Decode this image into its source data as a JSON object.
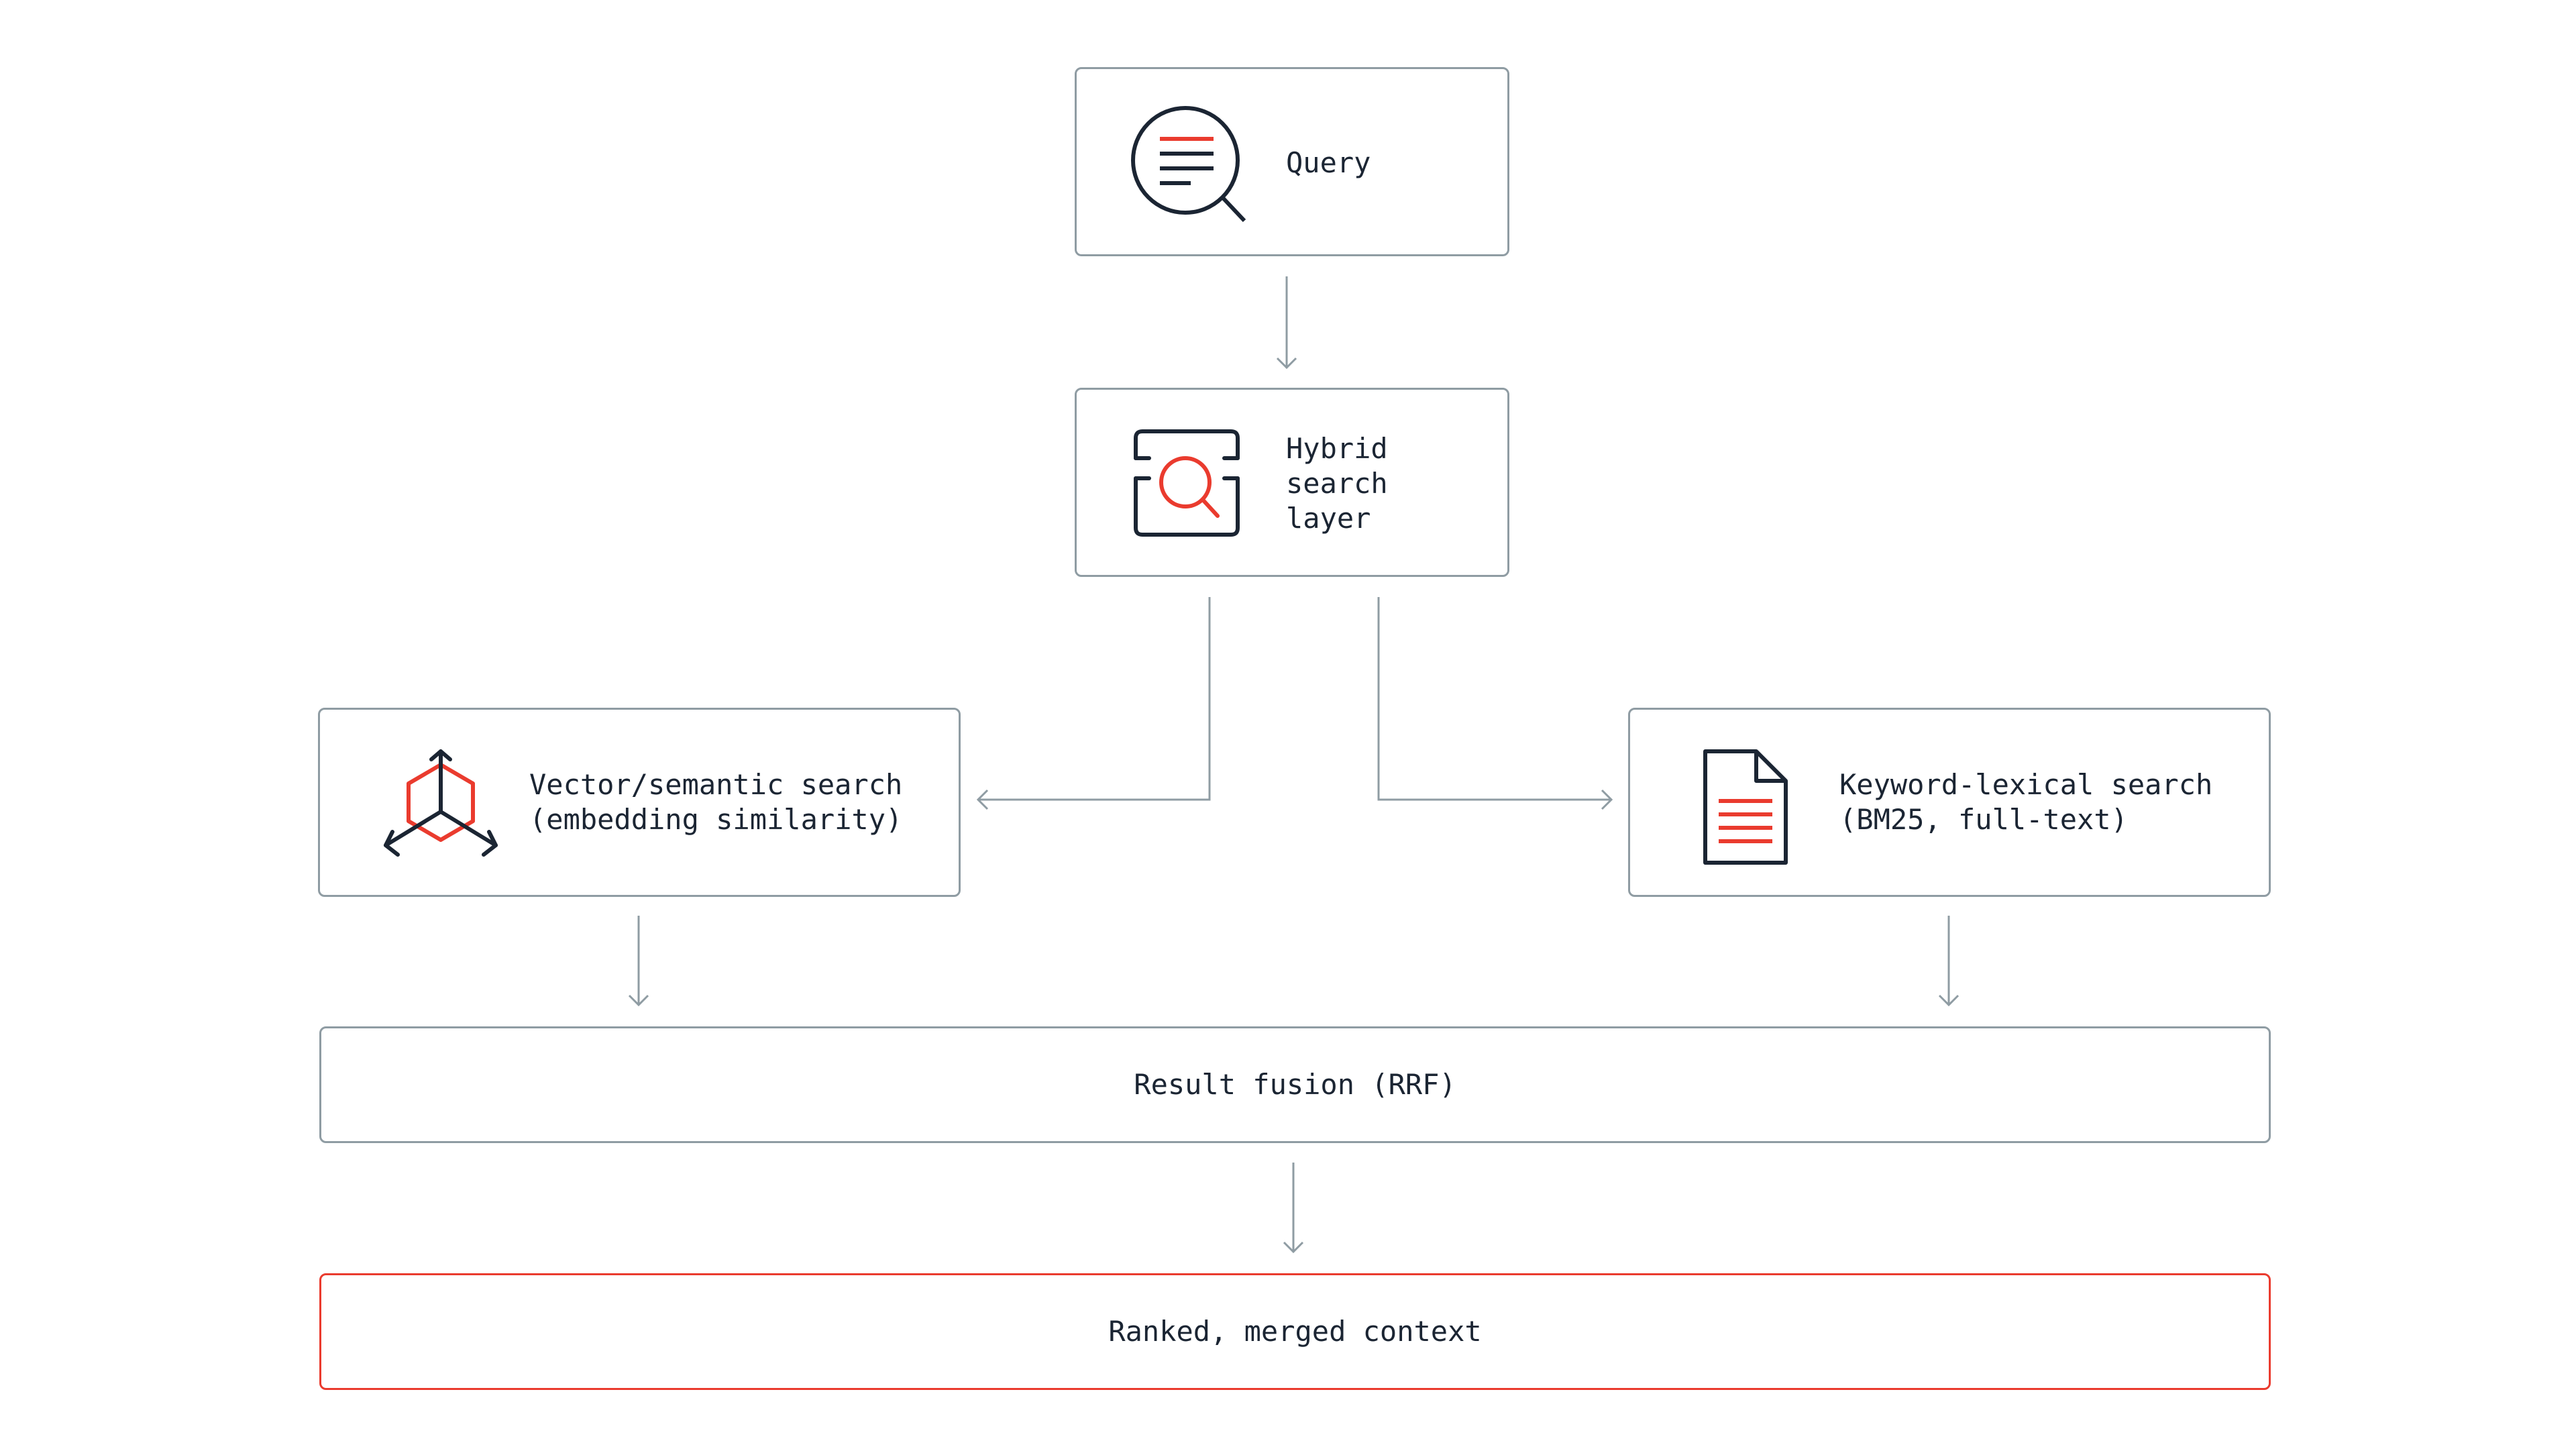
{
  "nodes": {
    "query": {
      "label": "Query",
      "icon": "search-document-icon"
    },
    "hybrid": {
      "label": "Hybrid\nsearch\nlayer",
      "icon": "hybrid-search-icon"
    },
    "vector": {
      "label": "Vector/semantic search\n(embedding similarity)",
      "icon": "vector-cube-icon"
    },
    "keyword": {
      "label": "Keyword-lexical search\n(BM25, full-text)",
      "icon": "document-icon"
    },
    "fusion": {
      "label": "Result fusion (RRF)"
    },
    "ranked": {
      "label": "Ranked, merged context"
    }
  },
  "colors": {
    "border": "#8f9ca3",
    "accent": "#ea3b2e",
    "ink": "#1b2533"
  }
}
